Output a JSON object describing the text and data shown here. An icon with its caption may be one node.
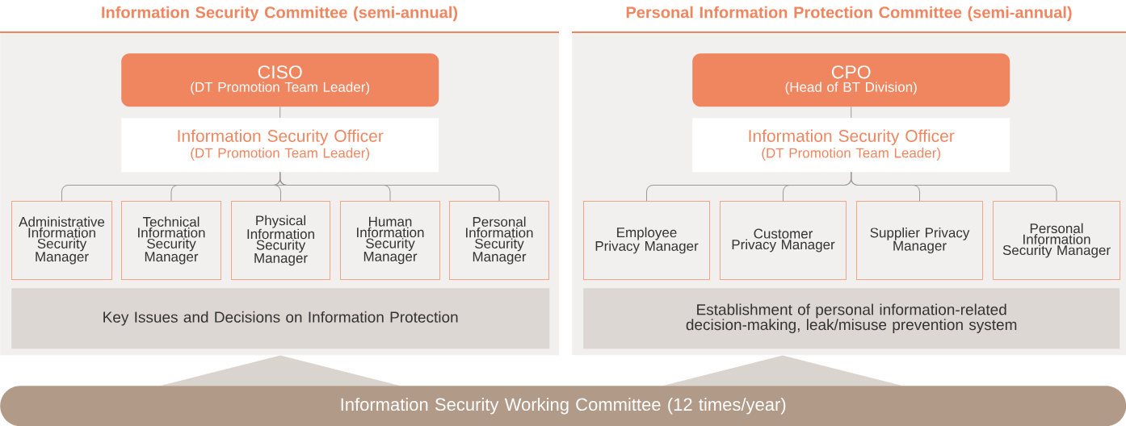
{
  "diagram": {
    "nodes": [
      {
        "text": [
          "Information Security Committee (semi-annual)"
        ]
      },
      {
        "text": [
          "CISO",
          "(DT Promotion Team Leader)"
        ],
        "in": 0
      },
      {
        "text": [
          "Information Security Officer",
          "(DT Promotion Team Leader)"
        ],
        "in": 0
      },
      {
        "text": [
          "Administrative Information Security Manager"
        ],
        "in": 0
      },
      {
        "text": [
          "Technical Information Security Manager"
        ],
        "in": 0
      },
      {
        "text": [
          "Physical Information Security Manager"
        ],
        "in": 0
      },
      {
        "text": [
          "Human Information Security Manager"
        ],
        "in": 0
      },
      {
        "text": [
          "Personal Information Security Manager"
        ],
        "in": 0
      },
      {
        "text": [
          "Key Issues and Decisions on Information Protection"
        ],
        "in": 0
      },
      {
        "text": [
          "Personal Information Protection Committee (semi-annual)"
        ]
      },
      {
        "text": [
          "CPO",
          "(Head of BT Division)"
        ],
        "in": 9
      },
      {
        "text": [
          "Information Security Officer",
          "(DT Promotion Team Leader)"
        ],
        "in": 9
      },
      {
        "text": [
          "Employee Privacy Manager"
        ],
        "in": 9
      },
      {
        "text": [
          "Customer Privacy Manager"
        ],
        "in": 9
      },
      {
        "text": [
          "Supplier Privacy Manager"
        ],
        "in": 9
      },
      {
        "text": [
          "Personal Information Security Manager"
        ],
        "in": 9
      },
      {
        "text": [
          "Establishment of personal information-related decision-making, leak/misuse prevention system"
        ],
        "in": 9
      },
      {
        "text": [],
        "shape": "triangle"
      },
      {
        "text": [],
        "shape": "triangle"
      },
      {
        "text": [
          "Information Security Working Committee (12 times/year)"
        ]
      }
    ],
    "edges": [
      {
        "from": 1,
        "to": 2,
        "arrow": "none"
      },
      {
        "from": 2,
        "to": 3,
        "arrow": "none"
      },
      {
        "from": 2,
        "to": 4,
        "arrow": "none"
      },
      {
        "from": 2,
        "to": 5,
        "arrow": "none"
      },
      {
        "from": 2,
        "to": 6,
        "arrow": "none"
      },
      {
        "from": 2,
        "to": 7,
        "arrow": "none"
      },
      {
        "from": 10,
        "to": 11,
        "arrow": "none"
      },
      {
        "from": 11,
        "to": 12,
        "arrow": "none"
      },
      {
        "from": 11,
        "to": 13,
        "arrow": "none"
      },
      {
        "from": 11,
        "to": 14,
        "arrow": "none"
      },
      {
        "from": 11,
        "to": 15,
        "arrow": "none"
      }
    ]
  }
}
